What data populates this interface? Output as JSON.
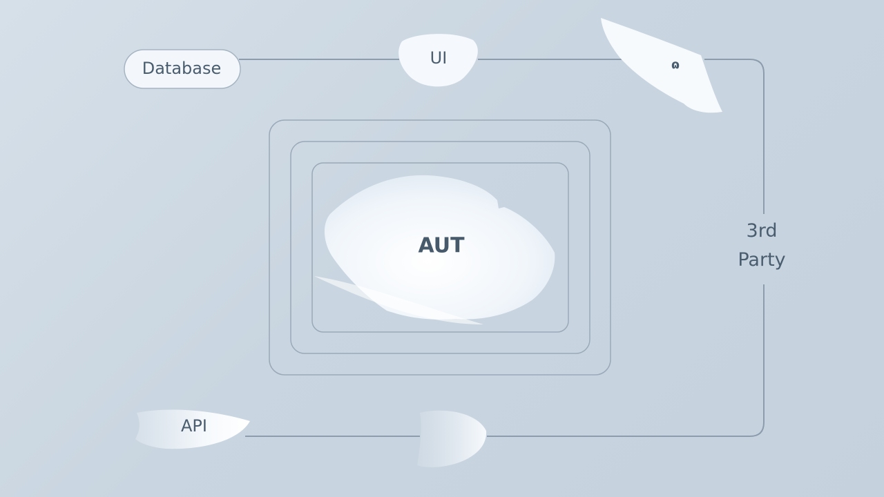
{
  "diagram": {
    "nodes": {
      "database": "Database",
      "ui": "UI",
      "third_party_icon": "ɷ",
      "aut": "AUT",
      "third_party": "3rd\nParty",
      "api": "API"
    }
  },
  "colors": {
    "background": "#cbd6e1",
    "line": "#8c9cac",
    "node_fill": "#f3f7fb",
    "text": "#4a5d6e"
  }
}
